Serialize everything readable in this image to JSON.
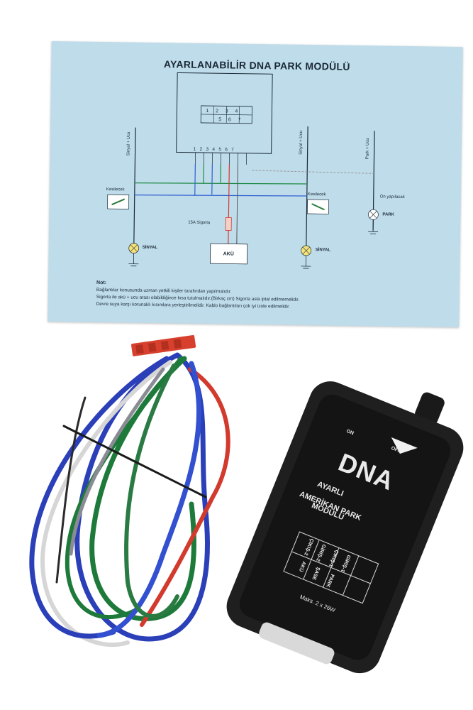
{
  "card": {
    "title": "AYARLANABİLİR DNA PARK MODÜLÜ",
    "terminal_numbers_top": [
      "1",
      "2",
      "3",
      "4"
    ],
    "terminal_numbers_bottom": [
      "5",
      "6",
      "7"
    ],
    "pin_numbers": [
      "1",
      "2",
      "3",
      "4",
      "5",
      "6",
      "7"
    ],
    "left_wire_label": "Sinyal + Ucu",
    "right_wire_label": "Sinyal + Ucu",
    "park_wire_label": "Park + Ucu",
    "switch_label_left": "Kesilecek",
    "switch_label_right": "Kesilecek",
    "lamp_left": "SİNYAL",
    "lamp_right": "SİNYAL",
    "lamp_park": "PARK",
    "park_note": "Ön yapılacak",
    "fuse": "15A Sigorta",
    "battery": "AKÜ",
    "notes_heading": "Not:",
    "notes": [
      "Bağlantılar konusunda uzman yetkili kişiler tarafından yapılmalıdır.",
      "Sigorta ile akü + ucu arası olabildiğince kısa tutulmalıdır.(Birkaç cm) Sigorta asla iptal edilmemelidir.",
      "Devre suya karşı korunaklı kısımlara yerleştirilmelidir. Kablo bağlantıları çok iyi izole edilmelidir."
    ]
  },
  "module": {
    "switch_on": "ON",
    "switch_off": "OFF",
    "brand": "DNA",
    "line1": "AYARLI",
    "line2": "AMERİKAN PARK",
    "line3": "MODÜLÜ",
    "pins_top": [
      "ÇIKIŞ-2",
      "GİRİŞ-2",
      "ÇIKIŞ-1",
      "GİRİŞ-1"
    ],
    "pins_bottom": [
      "AKÜ",
      "ŞASE",
      "PARK"
    ],
    "max": "Maks. 2 x 26W"
  },
  "colors": {
    "card_bg": "#bfdcea",
    "module_body": "#1f1f1f",
    "wire_blue": "#2a3fb8",
    "wire_green": "#1e7a3a",
    "wire_red": "#d23a2e",
    "wire_white": "#e6e6e6"
  }
}
